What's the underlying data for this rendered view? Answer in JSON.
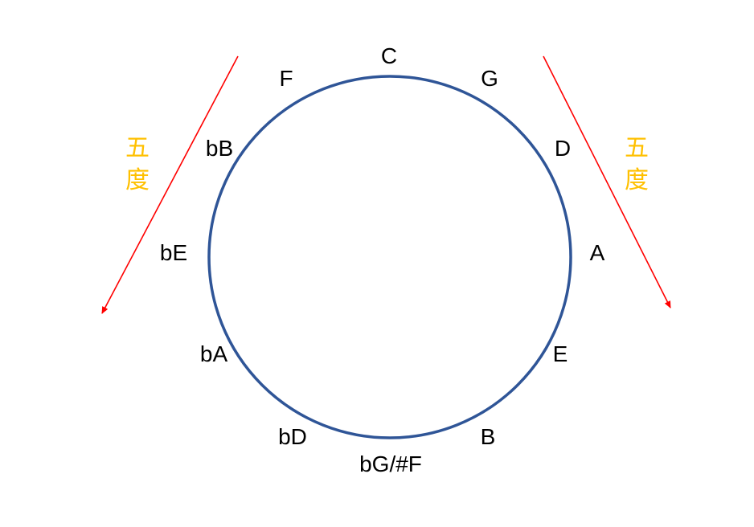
{
  "colors": {
    "circle": "#2F5597",
    "arrow": "#FF0000",
    "fifth_label": "#FFC000",
    "note_text": "#000000"
  },
  "notes": [
    "C",
    "G",
    "D",
    "A",
    "E",
    "B",
    "bG/#F",
    "bD",
    "bA",
    "bE",
    "bB",
    "F"
  ],
  "left_label": "五度",
  "right_label": "五度",
  "left_arrow_direction": "counter-clockwise",
  "right_arrow_direction": "clockwise"
}
